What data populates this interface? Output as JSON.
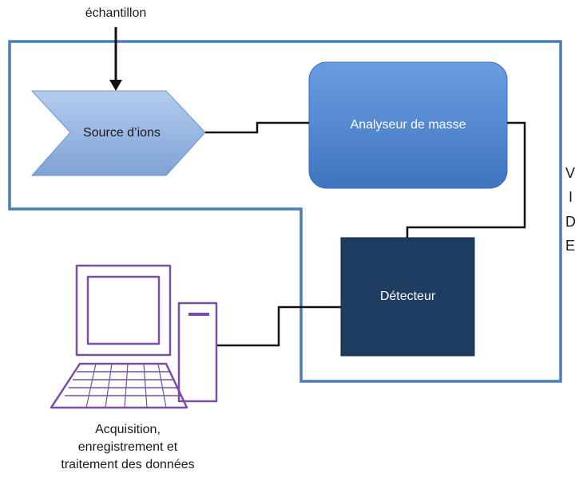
{
  "diagram": {
    "sample_label": "échantillon",
    "ion_source_label": "Source d’ions",
    "mass_analyzer_label": "Analyseur de masse",
    "detector_label": "Détecteur",
    "vacuum_letters": [
      "V",
      "I",
      "D",
      "E"
    ],
    "computer_caption": [
      "Acquisition,",
      "enregistrement et",
      "traitement des données"
    ],
    "colors": {
      "vacuum_border": "#4a7db5",
      "ion_source_fill": "#8fb0dd",
      "mass_analyzer_fill": "#4f86d0",
      "detector_fill": "#1f3c61",
      "computer_stroke": "#7a4ea3",
      "connector": "#111111"
    }
  }
}
